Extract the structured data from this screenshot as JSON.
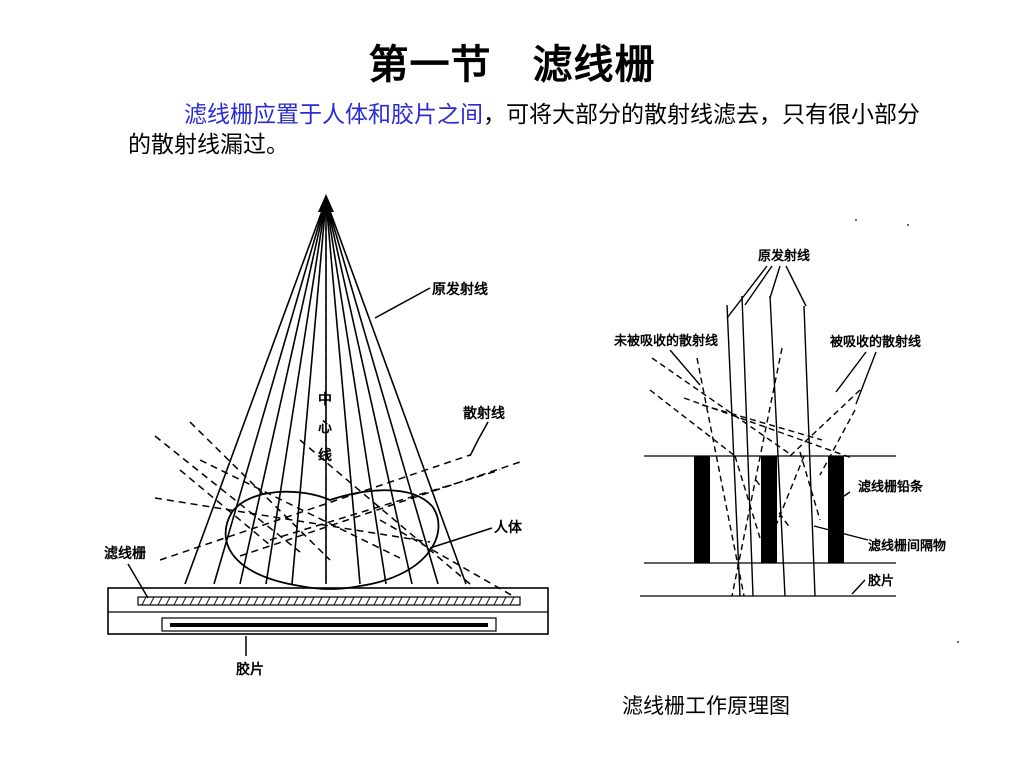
{
  "slide": {
    "title": "第一节　滤线栅",
    "paragraph_highlight": "滤线栅应置于人体和胶片之间",
    "paragraph_rest": "，可将大部分的散射线滤去，只有很小部分的散射线漏过。"
  },
  "left_diagram": {
    "labels": {
      "primary_rays": "原发射线",
      "central_line": [
        "中",
        "心",
        "线"
      ],
      "scatter": "散射线",
      "body": "人体",
      "grid": "滤线栅",
      "film": "胶片"
    }
  },
  "right_diagram": {
    "labels": {
      "primary_rays": "原发射线",
      "unabsorbed_scatter": "未被吸收的散射线",
      "absorbed_scatter": "被吸收的散射线",
      "lead_strip": "滤线栅铅条",
      "interspace": "滤线栅间隔物",
      "film": "胶片"
    }
  },
  "caption": "滤线栅工作原理图"
}
